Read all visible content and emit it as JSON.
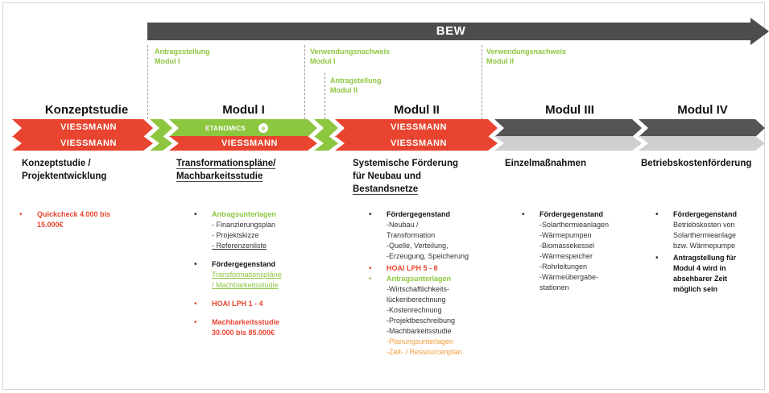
{
  "bew_label": "BEW",
  "annotations": {
    "a1": [
      "Antragsstellung",
      "Modul I"
    ],
    "a2": [
      "Verwendungsnachweis",
      "Modul I"
    ],
    "a3": [
      "Antragstellung",
      "Modul II"
    ],
    "a4": [
      "Verwendungsnachweis",
      "Modul II"
    ]
  },
  "phases": [
    "Konzeptstudie",
    "Modul I",
    "Modul II",
    "Modul III",
    "Modul IV"
  ],
  "chevrons": {
    "viessmann": "VIESSMANN",
    "etanomics": "ETANOMICS"
  },
  "subtitles": {
    "s1": [
      "Konzeptstudie /",
      "Projektentwicklung"
    ],
    "s2": [
      "Transformationspläne/",
      "Machbarkeitsstudie"
    ],
    "s3": [
      "Systemische Förderung",
      "für Neubau und",
      "Bestandsnetze"
    ],
    "s4": [
      "Einzelmaßnahmen"
    ],
    "s5": [
      "Betriebskostenförderung"
    ]
  },
  "col1": {
    "bullet": "•",
    "lines": [
      "Quickcheck 4.000 bis",
      "15.000€"
    ]
  },
  "col2": {
    "bullet": "•",
    "b1_head": "Antragsunterlagen",
    "b1_lines": [
      "- Finanzierungsplan",
      "- Projektskizze",
      "- Referenzenliste"
    ],
    "b2_head": "Fördergegenstand",
    "b2_lines": [
      "Transformationspläne",
      "/ Machbarkeitsstudie"
    ],
    "b3": "HOAI LPH 1 - 4",
    "b4_lines": [
      "Machbarkeitsstudie",
      "30.000 bis 85.000€"
    ]
  },
  "col3": {
    "bullet": "•",
    "b1_head": "Fördergegenstand",
    "b1_lines": [
      "-Neubau /",
      "Transformation",
      "-Quelle, Verteilung,",
      "-Erzeugung, Speicherung"
    ],
    "b2": "HOAI LPH 5 - 8",
    "b3_head": "Antragsunterlagen",
    "b3_lines": [
      "-Wirtschaftlichkeits-",
      "lückenberechnung",
      "-Kostenrechnung",
      "-Projektbeschreibung",
      "-Machbarkeitsstudie"
    ],
    "b3_orange": [
      "-Planungsunterlagen",
      "-Zeit- / Ressourcenplan"
    ]
  },
  "col4": {
    "bullet": "•",
    "head": "Fördergegenstand",
    "lines": [
      "-Solarthermieanlagen",
      "-Wärmepumpen",
      "-Biomassekessel",
      "-Wärmespeicher",
      "-Rohrleitungen",
      "-Wärmeübergabe-",
      "stationen"
    ]
  },
  "col5": {
    "bullet": "•",
    "b1_head": "Fördergegenstand",
    "b1_lines": [
      "Betriebskosten von",
      "Solarthermieanlage",
      "bzw. Wärmepumpe"
    ],
    "b2_lines": [
      "Antragstellung für",
      "Modul 4 wird in",
      "absehbarer Zeit",
      "möglich sein"
    ]
  },
  "colors": {
    "bew_arrow": "#4d4d4d",
    "red": "#e8442f",
    "green": "#8dc63f",
    "dark": "#555555",
    "light": "#cfcfcf",
    "orange": "#f29d3b"
  }
}
